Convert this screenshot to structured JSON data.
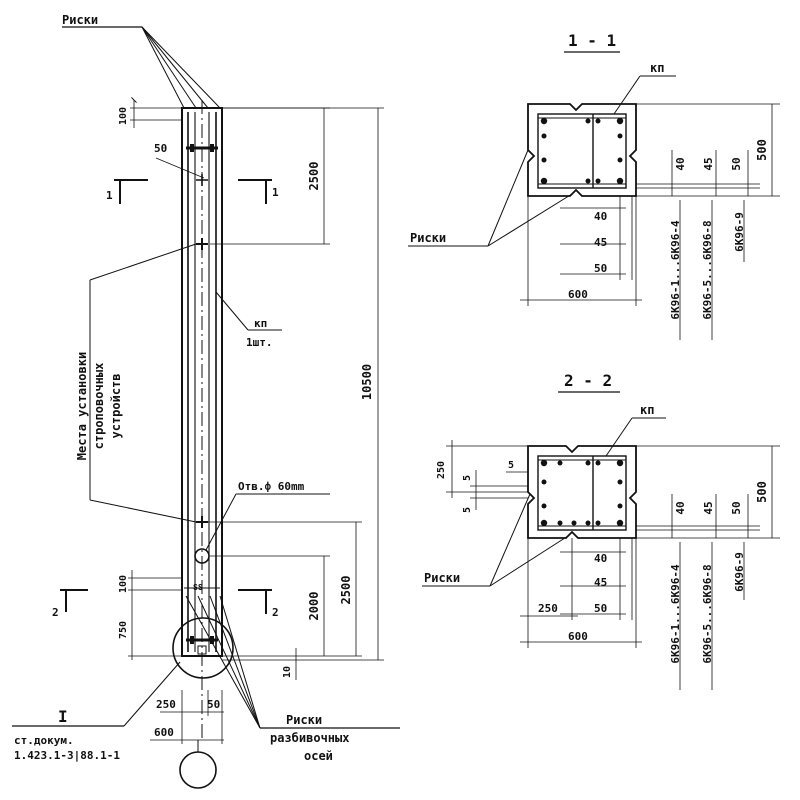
{
  "elevation": {
    "riski_top": "Риски",
    "dim_100_top": "100",
    "dim_50": "50",
    "dim_2500_top": "2500",
    "section_1_left": "1",
    "section_1_right": "1",
    "kp_label": "кп",
    "kp_qty": "1шт.",
    "lifting_line1": "Места установки",
    "lifting_line2": "строповочных",
    "lifting_line3": "устройств",
    "dim_10500": "10500",
    "hole_label": "Отв.ф 60mm",
    "dim_100_bottom": "100",
    "section_2_left": "2",
    "section_2_right": "2",
    "dim_750": "750",
    "dim_2000": "2000",
    "dim_2500_bottom": "2500",
    "dim_10": "10",
    "dim_250": "250",
    "dim_50_bottom": "50",
    "dim_600": "600",
    "riski_bottom": "Риски",
    "axes_label_line1": "разбивочных",
    "axes_label_line2": "осей",
    "ref_roman": "I",
    "ref_line1": "ст.докум.",
    "ref_line2": "1.423.1-3|88.1-1"
  },
  "section_1": {
    "title": "1 - 1",
    "kp_label": "кп",
    "riski_label": "Риски",
    "dim_40": "40",
    "dim_45": "45",
    "dim_50": "50",
    "dim_500": "500",
    "dim_600": "600",
    "mark_1": "6К96-1...6К96-4",
    "mark_2": "6К96-5...6К96-8",
    "mark_3": "6К96-9"
  },
  "section_2": {
    "title": "2 - 2",
    "kp_label": "кп",
    "riski_label": "Риски",
    "dim_250_vert": "250",
    "dim_5_a": "5",
    "dim_5_b": "5",
    "dim_5_c": "5",
    "dim_40": "40",
    "dim_45": "45",
    "dim_50": "50",
    "dim_500": "500",
    "dim_250": "250",
    "dim_600": "600",
    "mark_1": "6К96-1...6К96-4",
    "mark_2": "6К96-5...6К96-8",
    "mark_3": "6К96-9"
  }
}
